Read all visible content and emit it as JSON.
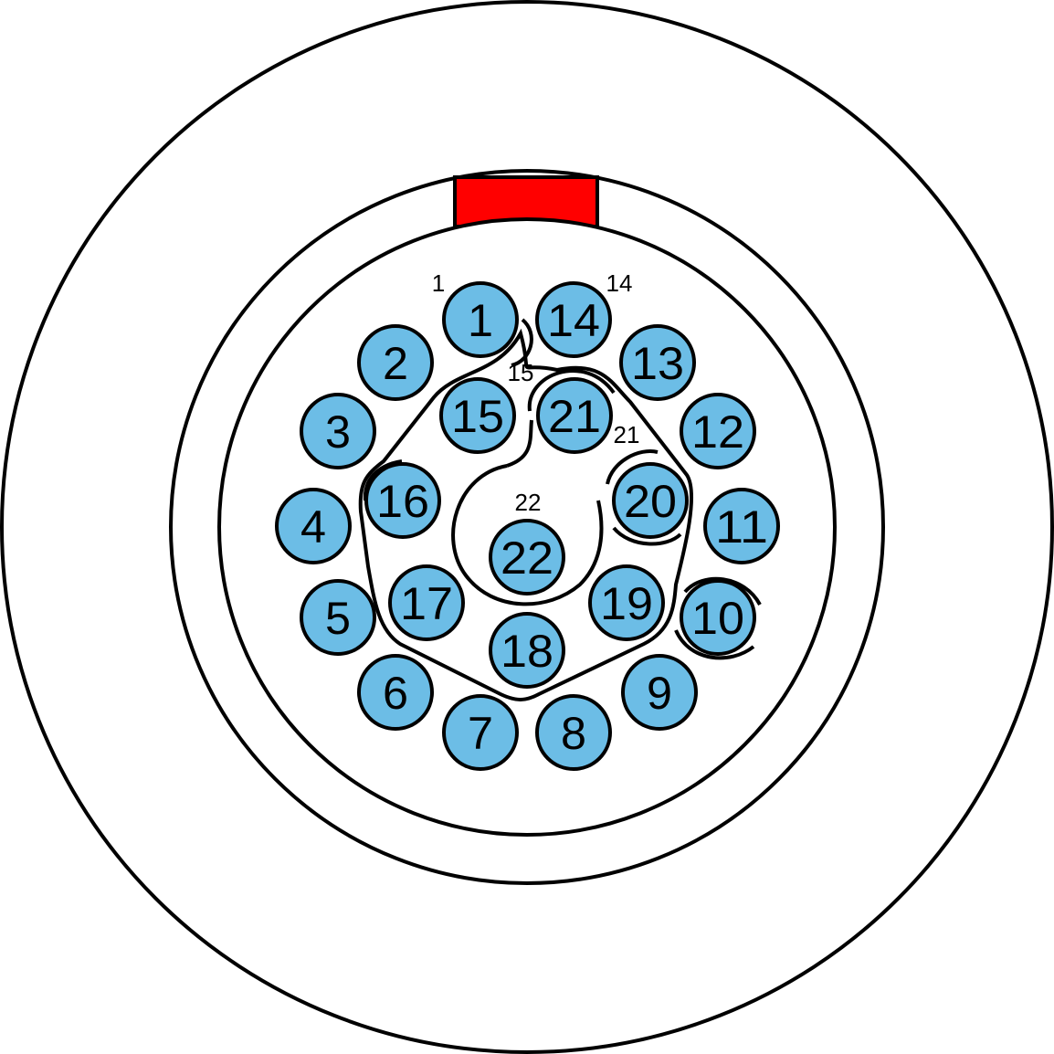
{
  "colors": {
    "pin_fill": "#6cbde6",
    "key_fill": "#ff0000",
    "stroke": "#000000",
    "background": "#ffffff"
  },
  "pins": [
    {
      "label": "1"
    },
    {
      "label": "2"
    },
    {
      "label": "3"
    },
    {
      "label": "4"
    },
    {
      "label": "5"
    },
    {
      "label": "6"
    },
    {
      "label": "7"
    },
    {
      "label": "8"
    },
    {
      "label": "9"
    },
    {
      "label": "10"
    },
    {
      "label": "11"
    },
    {
      "label": "12"
    },
    {
      "label": "13"
    },
    {
      "label": "14"
    },
    {
      "label": "15"
    },
    {
      "label": "16"
    },
    {
      "label": "17"
    },
    {
      "label": "18"
    },
    {
      "label": "19"
    },
    {
      "label": "20"
    },
    {
      "label": "21"
    },
    {
      "label": "22"
    }
  ],
  "ring_markers": [
    "1",
    "14",
    "15",
    "21",
    "22"
  ]
}
